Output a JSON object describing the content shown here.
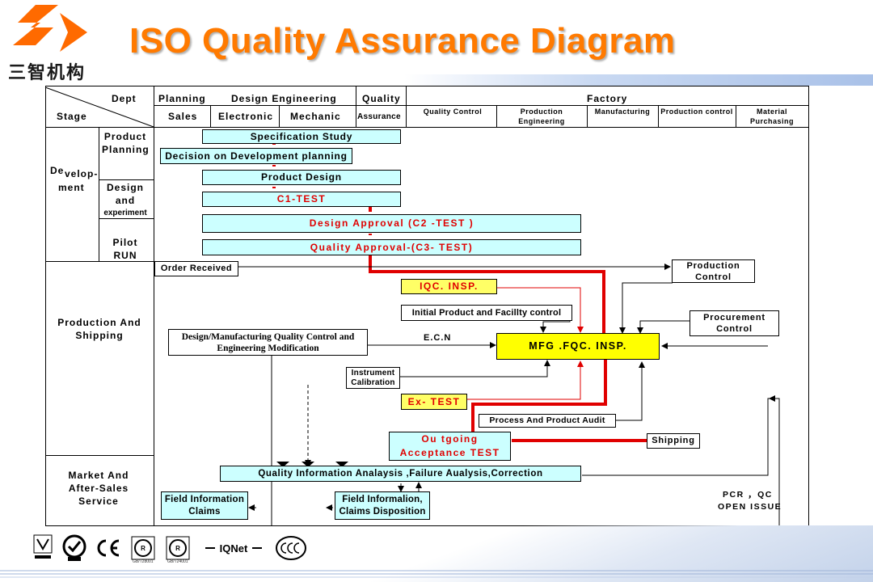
{
  "title": "ISO Quality Assurance Diagram",
  "logo_text": "三智机构",
  "header": {
    "dept": "Dept",
    "stage": "Stage",
    "planning": "Planning",
    "design_engineering": "Design Engineering",
    "quality": "Quality",
    "factory": "Factory",
    "sales": "Sales",
    "electronic": "Electronic",
    "mechanic": "Mechanic",
    "assurance": "Assurance",
    "quality_control": "Quality Control",
    "production_engineering": "Production Engineering",
    "manufacturing": "Manufacturing",
    "production_control": "Production control",
    "material_purchasing": "Material Purchasing"
  },
  "stages": {
    "develop_a": "De",
    "develop_b": "velop-",
    "develop_c": "ment",
    "product_planning": "Product Planning",
    "design_experiment_a": "Design",
    "design_experiment_b": "and",
    "design_experiment_c": "experiment",
    "pilot_run": "Pilot RUN",
    "production_shipping": "Production And Shipping",
    "market_after_sales": "Market And After-Sales Service"
  },
  "boxes": {
    "spec_study": "Specification Study",
    "decision": "Decision on Development planning",
    "product_design": "Product Design",
    "c1_test": "C1-TEST",
    "design_approval": "Design Approval (C2 -TEST  )",
    "quality_approval": "Quality Approval-(C3- TEST)",
    "order_received": "Order Received",
    "production_control": "Production Control",
    "iqc_insp": "IQC. INSP.",
    "initial_product": "Initial Product and Facillty control",
    "procurement_control": "Procurement Control",
    "design_mfg_qc": "Design/Manufacturing Quality Control and Engineering Modification",
    "ecn": "E.C.N",
    "mfg_fqc": "MFG .FQC. INSP.",
    "instrument_calibration": "Instrument Calibration",
    "ex_test": "Ex-   TEST",
    "process_audit": "Process And Product Audit",
    "outgoing_a": "Ou tgoing",
    "outgoing_b": "Acceptance TEST",
    "shipping": "Shipping",
    "quality_info": "Quality Information Analaysis ,Failure Aualysis,Correction",
    "field_info_claims": "Field Information Claims",
    "field_info_disposition": "Field Informalion, Claims Disposition",
    "pcr_qc": "PCR ，QC",
    "open_issue": "OPEN ISSUE"
  },
  "certifications": [
    {
      "name": "UKAS"
    },
    {
      "name": "SGS"
    },
    {
      "name": "CE"
    },
    {
      "name": "RCSM",
      "label": "GB/T28001"
    },
    {
      "name": "RCSM",
      "label": "GB/T24001"
    },
    {
      "name": "IQNet"
    },
    {
      "name": "CCC"
    }
  ],
  "colors": {
    "title": "#ff7a00",
    "box_fill": "#ccffff",
    "highlight": "#ffff00",
    "flow_red": "#e00000",
    "logo_orange": "#ff6a00"
  }
}
